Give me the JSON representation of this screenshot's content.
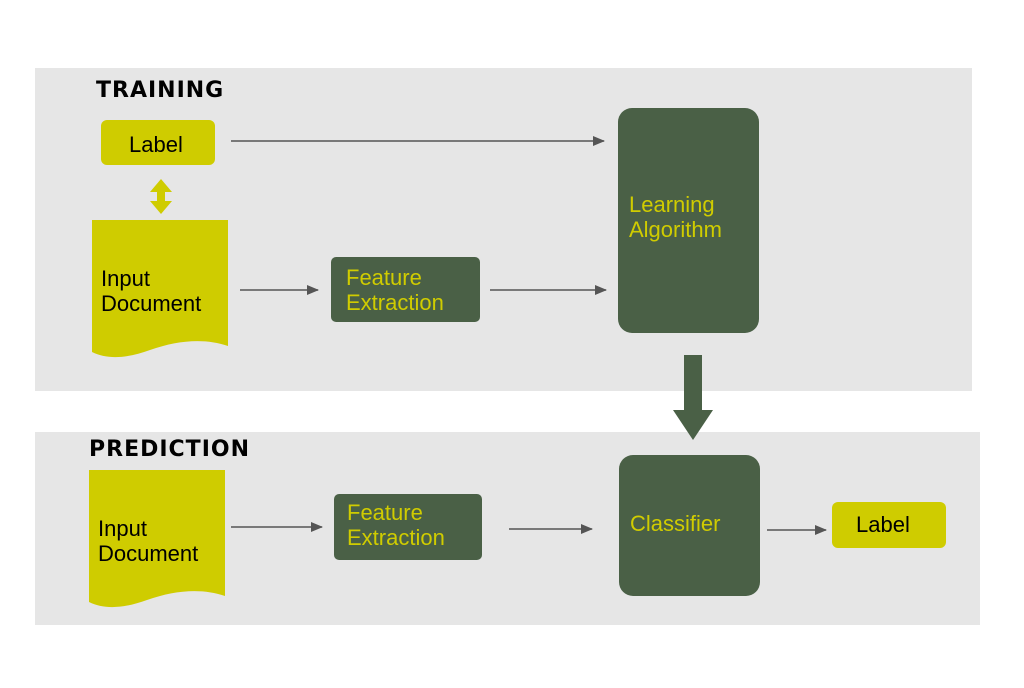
{
  "colors": {
    "panel_bg": "#e6e6e6",
    "yellow": "#cfcc00",
    "dark_green": "#4a6046",
    "yellow_text": "#d4d000",
    "arrow": "#555555"
  },
  "training": {
    "title": "TRAINING",
    "label": "Label",
    "input_document": [
      "Input",
      "Document"
    ],
    "feature_extraction": [
      "Feature",
      "Extraction"
    ],
    "learning_algorithm": [
      "Learning",
      "Algorithm"
    ]
  },
  "prediction": {
    "title": "PREDICTION",
    "input_document": [
      "Input",
      "Document"
    ],
    "feature_extraction": [
      "Feature",
      "Extraction"
    ],
    "classifier": "Classifier",
    "label": "Label"
  }
}
